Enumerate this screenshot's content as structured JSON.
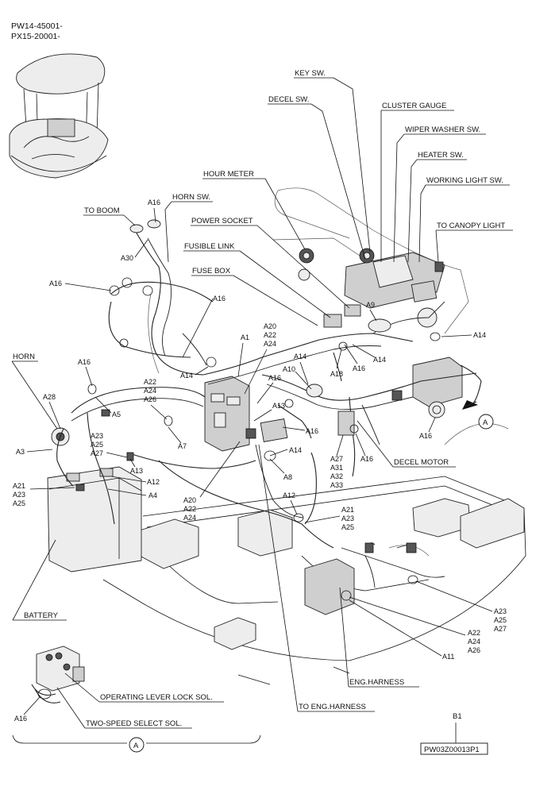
{
  "header": {
    "serial_1": "PW14-45001-",
    "serial_2": "PX15-20001-"
  },
  "switch_labels": {
    "key_sw": "KEY SW.",
    "decel_sw": "DECEL SW.",
    "cluster_gauge": "CLUSTER GAUGE",
    "wiper_washer_sw": "WIPER WASHER SW.",
    "heater_sw": "HEATER SW.",
    "working_light_sw": "WORKING LIGHT SW.",
    "to_canopy_light": "TO CANOPY LIGHT",
    "hour_meter": "HOUR METER",
    "horn_sw": "HORN SW.",
    "to_boom": "TO BOOM",
    "power_socket": "POWER SOCKET",
    "fusible_link": "FUSIBLE LINK",
    "fuse_box": "FUSE BOX",
    "horn": "HORN",
    "decel_motor": "DECEL MOTOR",
    "battery": "BATTERY",
    "eng_harness": "ENG.HARNESS",
    "to_eng_harness": "TO ENG.HARNESS",
    "operating_lever_lock_sol": "OPERATING LEVER LOCK SOL.",
    "two_speed_select_sol": "TWO-SPEED SELECT SOL."
  },
  "callouts": {
    "a16_boom": "A16",
    "a30": "A30",
    "a16_left": "A16",
    "a16_right": "A16",
    "a14_fuse": "A14",
    "a1": "A1",
    "a20_top_group": [
      "A20",
      "A22",
      "A24"
    ],
    "a9": "A9",
    "a14_cluster": "A14",
    "a14_mid": "A14",
    "a18": "A18",
    "a16_mid": "A16",
    "a10": "A10",
    "a16_center": "A16",
    "a13_center": "A13",
    "a16_harness": "A16",
    "a16_horn": "A16",
    "a28": "A28",
    "a22_group": [
      "A22",
      "A24",
      "A26"
    ],
    "a5": "A5",
    "a7": "A7",
    "a23_group": [
      "A23",
      "A25",
      "A27"
    ],
    "a3": "A3",
    "a13_left": "A13",
    "a12_left": "A12",
    "a21_group_left": [
      "A21",
      "A23",
      "A25"
    ],
    "a4": "A4",
    "a14_lower": "A14",
    "a8": "A8",
    "a27_group": [
      "A27",
      "A31",
      "A32",
      "A33"
    ],
    "a16_decel": "A16",
    "a16_view_a": "A16",
    "a20_bottom_group": [
      "A20",
      "A22",
      "A24"
    ],
    "a12_lower": "A12",
    "a21_group_right": [
      "A21",
      "A23",
      "A25"
    ],
    "a23_group_right": [
      "A23",
      "A25",
      "A27"
    ],
    "a22_group_lower": [
      "A22",
      "A24",
      "A26"
    ],
    "a11": "A11",
    "a16_inset": "A16"
  },
  "view_marker": "A",
  "footer": {
    "b1": "B1",
    "part_number": "PW03Z00013P1"
  }
}
